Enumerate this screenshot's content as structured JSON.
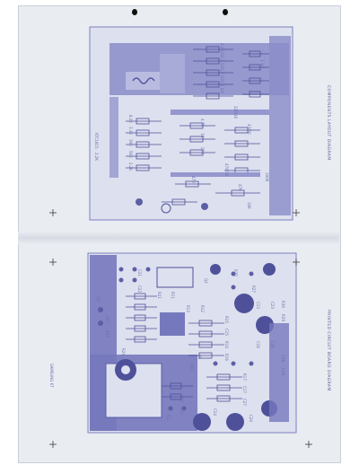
{
  "diagram": {
    "top_title": "COMPONENTS LAYOUT DIAGRAM",
    "bottom_title": "PRINTED CIRCUIT BOARD DIAGRAM",
    "top_labels": [
      "2.2 1/2",
      "2.2 1/2",
      "2.2 1/2",
      "2.2 1/2",
      "1 1/2",
      "8.2K",
      "3.3K",
      "220/16",
      "47/50",
      "470/10",
      "4.7K",
      "1K",
      "39K",
      "56K",
      "2.2K",
      "22K",
      "100K",
      "47K",
      "KTC1815",
      "2.2K",
      "470",
      "10K"
    ],
    "bottom_labels": [
      "R22",
      "R23",
      "R24",
      "C22",
      "C21",
      "C11",
      "C12",
      "R21",
      "R11",
      "R15",
      "C15",
      "R14",
      "R16",
      "R17",
      "C17",
      "C27",
      "R13",
      "R12",
      "R26",
      "C13",
      "C23",
      "C16",
      "C26",
      "C14",
      "C24",
      "R25",
      "R27",
      "Q1",
      "Q2",
      "R30",
      "R29",
      "C28",
      "C18",
      "D1",
      "IC1"
    ],
    "bottom_note": "SAMSUNG KT",
    "colors": {
      "trace": "#7d7fc0",
      "trace_dark": "#5c5fa6",
      "paper": "#e9ecf1",
      "crosshair": "#3c3c3c"
    }
  }
}
